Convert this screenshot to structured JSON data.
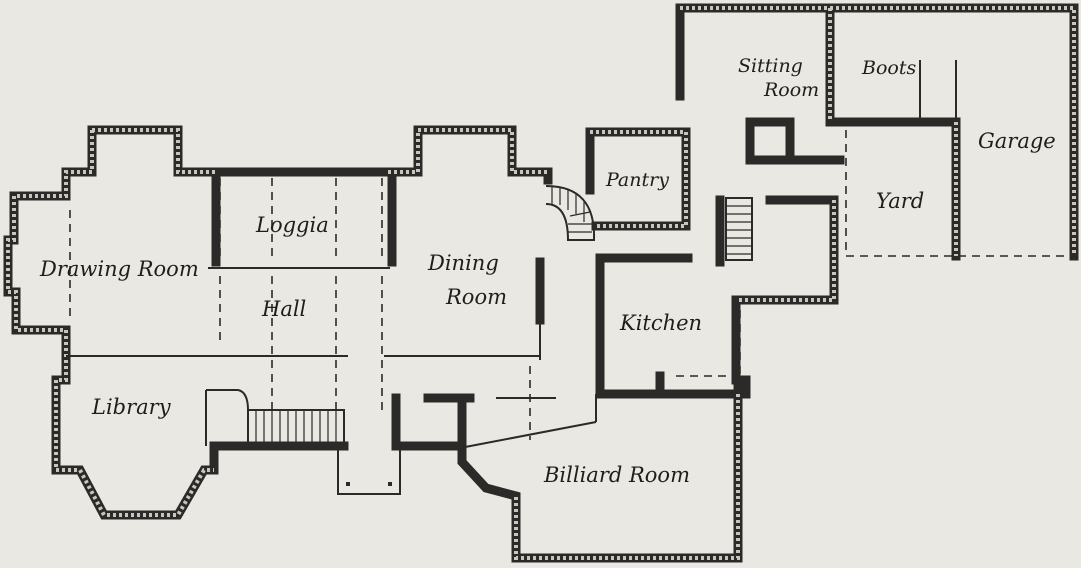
{
  "rooms": {
    "drawing_room": "Drawing Room",
    "loggia": "Loggia",
    "hall": "Hall",
    "library": "Library",
    "dining": [
      "Dining",
      "Room"
    ],
    "pantry": "Pantry",
    "sitting": [
      "Sitting",
      "Room"
    ],
    "boots": "Boots",
    "garage": "Garage",
    "yard": "Yard",
    "kitchen": "Kitchen",
    "billiard_room": "Billiard Room"
  }
}
